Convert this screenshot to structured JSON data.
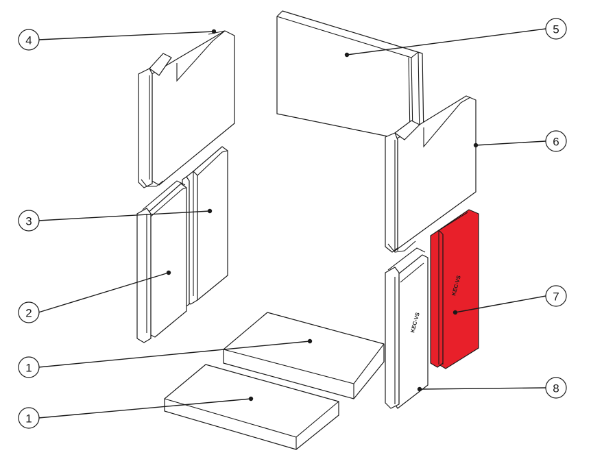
{
  "colors": {
    "highlight": "#e8202a",
    "line": "#1a1a1a",
    "background": "#ffffff"
  },
  "callouts": [
    {
      "id": "c1a",
      "label": "1"
    },
    {
      "id": "c1b",
      "label": "1"
    },
    {
      "id": "c2",
      "label": "2"
    },
    {
      "id": "c3",
      "label": "3"
    },
    {
      "id": "c4",
      "label": "4"
    },
    {
      "id": "c5",
      "label": "5"
    },
    {
      "id": "c6",
      "label": "6"
    },
    {
      "id": "c7",
      "label": "7"
    },
    {
      "id": "c8",
      "label": "8"
    }
  ]
}
